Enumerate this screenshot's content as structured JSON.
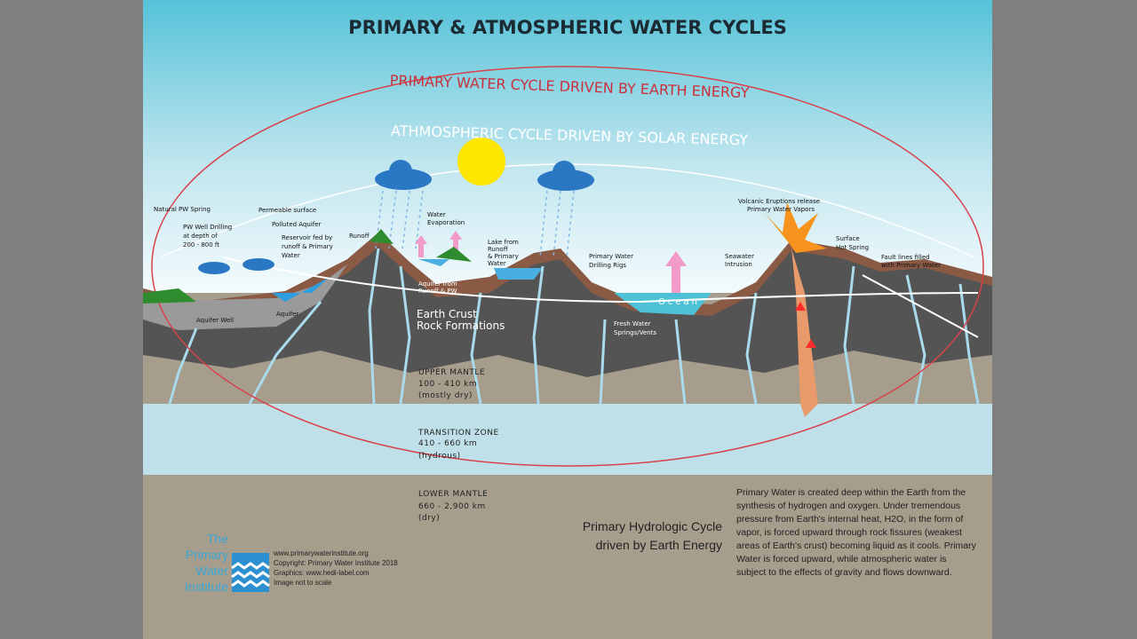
{
  "title": "PRIMARY  & ATMOSPHERIC WATER CYCLES",
  "primary_cycle": "PRIMARY WATER CYCLE DRIVEN BY EARTH ENERGY",
  "atmospheric_cycle": "ATHMOSPHERIC CYCLE DRIVEN BY SOLAR ENERGY",
  "labels": {
    "natural_spring": "Natural PW Spring",
    "well_drilling": [
      "PW Well Drilling",
      "at depth of",
      "200 - 800 ft"
    ],
    "permeable": "Permeable surface",
    "polluted": "Polluted Aquifer",
    "reservoir": [
      "Reservoir fed by",
      "runoff & Primary",
      "Water"
    ],
    "runoff": "Runoff",
    "evaporation": [
      "Water",
      "Evaporation"
    ],
    "lake": [
      "Lake from",
      "Runoff",
      "& Primary",
      "Water"
    ],
    "aquifer_runoff": [
      "Aquifer from",
      "Runoff & PW"
    ],
    "drilling_rigs": [
      "Primary Water",
      "Drilling Rigs"
    ],
    "ocean": "Ocean",
    "seawater": [
      "Seawater",
      "Intrusion"
    ],
    "volcanic": [
      "Volcanic Eruptions release",
      "Primary  Water Vapors"
    ],
    "hot_spring": [
      "Surface",
      "Hot Spring"
    ],
    "fault_lines": [
      "Fault lines filled",
      "with Primary Water"
    ],
    "aquifer_well": "Aquifer Well",
    "aquifer": "Aquifer",
    "fresh_water": [
      "Fresh Water",
      "Springs/Vents"
    ],
    "earth_crust": [
      "Earth Crust",
      "Rock Formations"
    ]
  },
  "layers": {
    "upper_mantle": [
      "UPPER MANTLE",
      "100 - 410 km",
      "(mostly dry)"
    ],
    "transition": [
      "TRANSITION ZONE",
      "410 - 660 km",
      "(hydrous)"
    ],
    "lower_mantle": [
      "LOWER MANTLE",
      "660 - 2,900 km",
      "(dry)"
    ]
  },
  "hydrologic": [
    "Primary Hydrologic Cycle",
    "driven by Earth Energy"
  ],
  "description": "Primary Water is created deep within the Earth from the synthesis of hydrogen and oxygen.  Under tremendous pressure from Earth's internal heat, H2O, in the form of vapor, is forced upward through rock fissures (weakest areas of Earth's crust) becoming liquid as it cools.  Primary Water is forced upward, while atmospheric water is subject to the effects of gravity and flows downward.",
  "logo": [
    "The",
    "Primary",
    "Water",
    "Institute"
  ],
  "credits": [
    "www.primarywaterinstitute.org",
    "Copyright: Primary Water Institute 2018",
    "Graphics: www.hedi-label.com",
    "Image not to scale"
  ],
  "colors": {
    "sky_top": "#55c2d8",
    "crust": "#545454",
    "soil": "#8a5a44",
    "mantle": "#a69d8d",
    "transition": "#bfe0e8",
    "ring_red": "#d9414a",
    "sun": "#ffe600"
  }
}
